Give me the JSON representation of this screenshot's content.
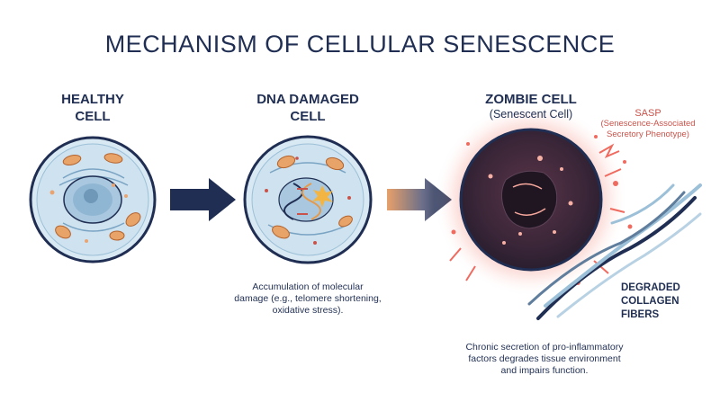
{
  "title": "MECHANISM OF CELLULAR SENESCENCE",
  "stages": {
    "healthy": {
      "line1": "HEALTHY",
      "line2": "CELL"
    },
    "damaged": {
      "line1": "DNA DAMAGED",
      "line2": "CELL"
    },
    "zombie": {
      "line1": "ZOMBIE CELL",
      "subtitle": "(Senescent Cell)"
    }
  },
  "sasp": {
    "title": "SASP",
    "line1": "(Senescence-Associated",
    "line2": "Secretory Phenotype)"
  },
  "captions": {
    "damage": [
      "Accumulation of molecular",
      "damage (e.g., telomere shortening,",
      "oxidative stress)."
    ],
    "zombie": [
      "Chronic secretion of pro-inflammatory",
      "factors degrades tissue environment",
      "and impairs function."
    ]
  },
  "fibers": [
    "DEGRADED",
    "COLLAGEN",
    "FIBERS"
  ],
  "colors": {
    "navy": "#1f2e52",
    "cell_fill": "#cfe2ef",
    "nucleus": "#8fb6d3",
    "mitochondria": "#d9894a",
    "zombie_core": "#3d2a3c",
    "glow": "#ef6a5f",
    "sasp_red": "#c9534a"
  }
}
